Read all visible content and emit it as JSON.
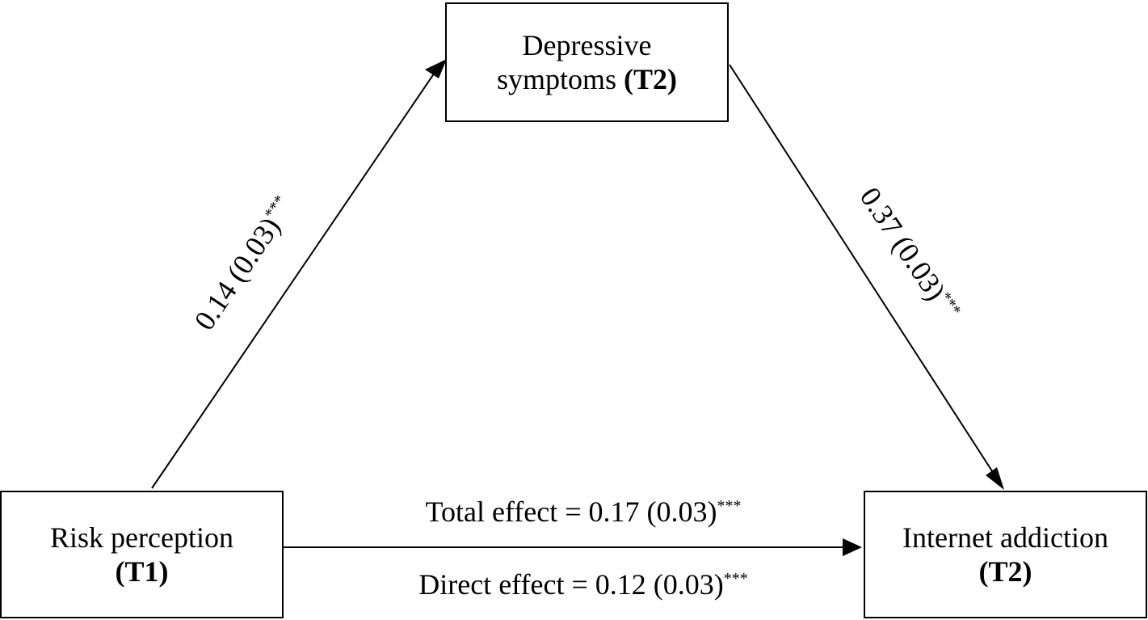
{
  "nodes": {
    "mediator": {
      "line1": "Depressive",
      "line2_text": "symptoms ",
      "line2_bold": "(T2)"
    },
    "predictor": {
      "line1": "Risk perception",
      "line2_bold": "(T1)"
    },
    "outcome": {
      "line1": "Internet addiction",
      "line2_bold": "(T2)"
    }
  },
  "paths": {
    "a": {
      "text": "0.14 (0.03)",
      "sig": "***"
    },
    "b": {
      "text": "0.37 (0.03)",
      "sig": "***"
    },
    "total": {
      "text": "Total effect = 0.17 (0.03)",
      "sig": "***"
    },
    "direct": {
      "text": "Direct effect = 0.12 (0.03)",
      "sig": "***"
    }
  }
}
